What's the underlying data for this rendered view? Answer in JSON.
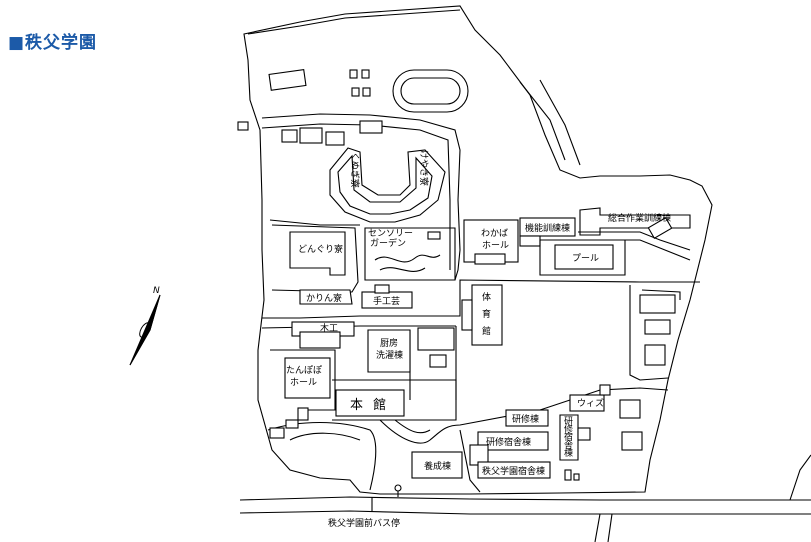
{
  "page_title": "■秩父学園",
  "labels": {
    "kunugi": "くぬぎ寮",
    "keyaki": "けやき寮",
    "wakaba_1": "わかば",
    "wakaba_2": "ホール",
    "kinou": "機能訓練棟",
    "sougou": "総合作業訓練棟",
    "sensory_1": "センソリー",
    "sensory_2": "ガーデン",
    "donguri": "どんぐり寮",
    "pool": "プール",
    "karin": "かりん寮",
    "shukou": "手工芸",
    "taiiku_1": "体",
    "taiiku_2": "育",
    "taiiku_3": "館",
    "mokkou": "木工",
    "chubo_1": "厨房",
    "chubo_2": "洗濯棟",
    "tanpopo_1": "たんぽぽ",
    "tanpopo_2": "ホール",
    "honkan": "本 館",
    "wiz": "ウィズ",
    "kenshu": "研修棟",
    "kenshu_shuku": "研修宿舎棟",
    "kenshu_shuku_v_1": "研",
    "kenshu_shuku_v_2": "修",
    "kenshu_shuku_v_3": "宿",
    "kenshu_shuku_v_4": "舎",
    "kenshu_shuku_v_5": "棟",
    "yousei": "養成棟",
    "chichibu_shukusha": "秩父学園宿舎棟",
    "bus_stop": "秩父学園前バス停",
    "compass": "N"
  },
  "colors": {
    "title": "#1c5aa8"
  }
}
